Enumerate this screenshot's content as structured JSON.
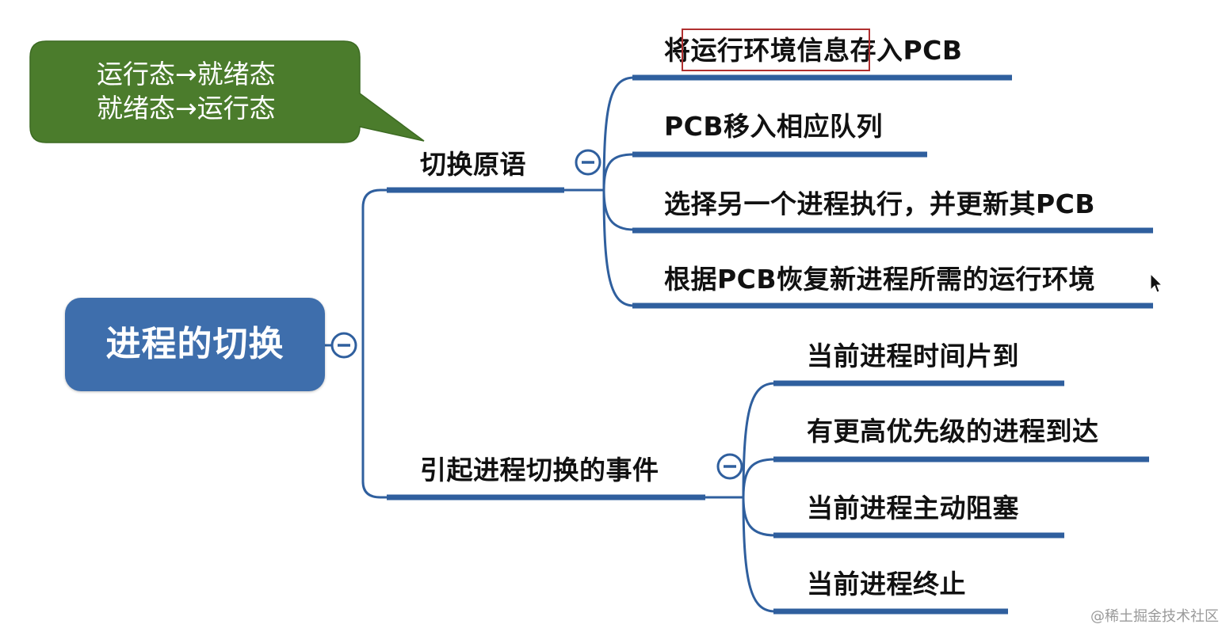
{
  "root": {
    "label": "进程的切换"
  },
  "callout": {
    "lines": [
      "运行态→就绪态",
      "就绪态→运行态"
    ],
    "color": "#4b7c2c"
  },
  "branches": [
    {
      "label": "切换原语",
      "children": [
        "将运行环境信息存入PCB",
        "PCB移入相应队列",
        "选择另一个进程执行，并更新其PCB",
        "根据PCB恢复新进程所需的运行环境"
      ]
    },
    {
      "label": "引起进程切换的事件",
      "children": [
        "当前进程时间片到",
        "有更高优先级的进程到达",
        "当前进程主动阻塞",
        "当前进程终止"
      ]
    }
  ],
  "watermark": "@稀土掘金技术社区",
  "colors": {
    "line": "#2f5f9e",
    "root": "#3e6eac",
    "callout": "#4b7c2c",
    "highlight": "#b03030"
  }
}
